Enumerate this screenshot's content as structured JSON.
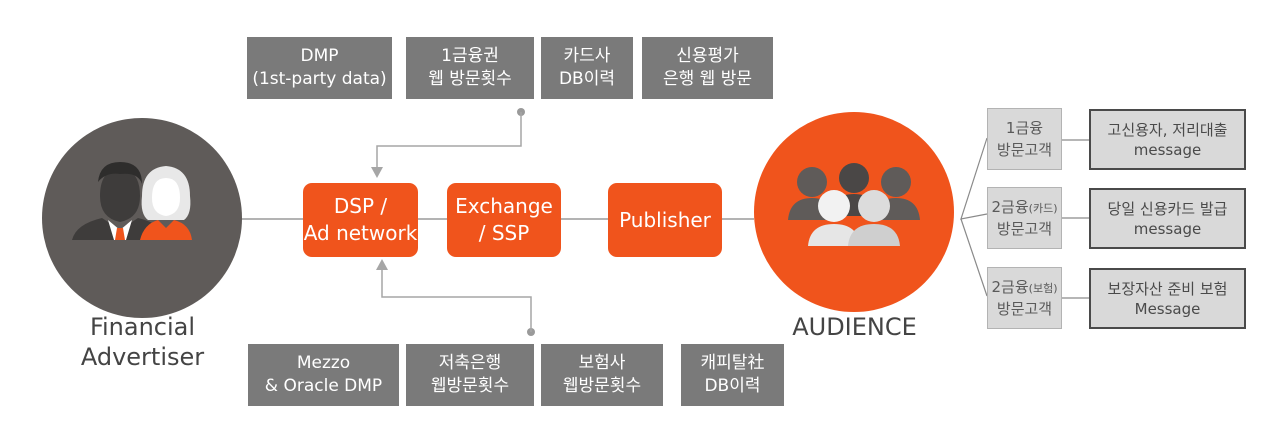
{
  "top_sources": [
    {
      "line1": "DMP",
      "line2": "(1st-party data)"
    },
    {
      "line1": "1금융권",
      "line2": "웹 방문횟수"
    },
    {
      "line1": "카드사",
      "line2": "DB이력"
    },
    {
      "line1": "신용평가",
      "line2": "은행 웹 방문"
    }
  ],
  "bottom_sources": [
    {
      "line1": "Mezzo",
      "line2": "& Oracle DMP"
    },
    {
      "line1": "저축은행",
      "line2": "웹방문횟수"
    },
    {
      "line1": "보험사",
      "line2": "웹방문횟수"
    },
    {
      "line1": "캐피탈社",
      "line2": "DB이력"
    }
  ],
  "nodes": {
    "dsp_line1": "DSP /",
    "dsp_line2": "Ad network",
    "exchange_line1": "Exchange",
    "exchange_line2": "/ SSP",
    "publisher": "Publisher"
  },
  "advertiser": {
    "line1": "Financial",
    "line2": "Advertiser"
  },
  "audience": {
    "label": "AUDIENCE"
  },
  "segments": [
    {
      "line1_main": "1금융",
      "line1_sub": "",
      "line2": "방문고객",
      "message_line1": "고신용자, 저리대출",
      "message_line2": "message"
    },
    {
      "line1_main": "2금융",
      "line1_sub": "(카드)",
      "line2": "방문고객",
      "message_line1": "당일 신용카드 발급",
      "message_line2": "message"
    },
    {
      "line1_main": "2금융",
      "line1_sub": "(보험)",
      "line2": "방문고객",
      "message_line1": "보장자산 준비 보험",
      "message_line2": "Message"
    }
  ],
  "colors": {
    "accent": "#f0541c",
    "box_gray": "#7a7a7a",
    "circle_gray": "#5f5b59",
    "connector": "#a6a6a6"
  }
}
